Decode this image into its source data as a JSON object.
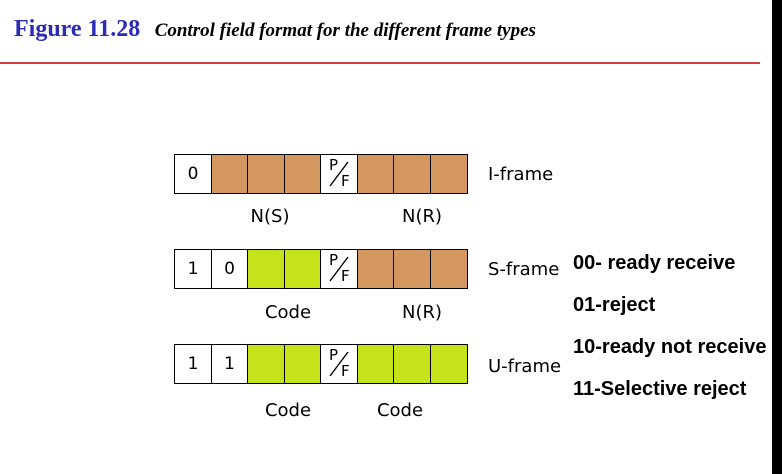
{
  "figure": {
    "number": "Figure 11.28",
    "caption": "Control field format for the different frame types"
  },
  "frames": [
    {
      "name": "I-frame",
      "cells": [
        {
          "kind": "white",
          "text": "0"
        },
        {
          "kind": "tan",
          "text": ""
        },
        {
          "kind": "tan",
          "text": ""
        },
        {
          "kind": "tan",
          "text": ""
        },
        {
          "kind": "pf",
          "p": "P",
          "f": "F"
        },
        {
          "kind": "tan",
          "text": ""
        },
        {
          "kind": "tan",
          "text": ""
        },
        {
          "kind": "tan",
          "text": ""
        }
      ],
      "field_labels": [
        "N(S)",
        "N(R)"
      ]
    },
    {
      "name": "S-frame",
      "cells": [
        {
          "kind": "white",
          "text": "1"
        },
        {
          "kind": "white",
          "text": "0"
        },
        {
          "kind": "green",
          "text": ""
        },
        {
          "kind": "green",
          "text": ""
        },
        {
          "kind": "pf",
          "p": "P",
          "f": "F"
        },
        {
          "kind": "tan",
          "text": ""
        },
        {
          "kind": "tan",
          "text": ""
        },
        {
          "kind": "tan",
          "text": ""
        }
      ],
      "field_labels": [
        "Code",
        "N(R)"
      ]
    },
    {
      "name": "U-frame",
      "cells": [
        {
          "kind": "white",
          "text": "1"
        },
        {
          "kind": "white",
          "text": "1"
        },
        {
          "kind": "green",
          "text": ""
        },
        {
          "kind": "green",
          "text": ""
        },
        {
          "kind": "pf",
          "p": "P",
          "f": "F"
        },
        {
          "kind": "green",
          "text": ""
        },
        {
          "kind": "green",
          "text": ""
        },
        {
          "kind": "green",
          "text": ""
        }
      ],
      "field_labels": [
        "Code",
        "Code"
      ]
    }
  ],
  "s_frame_codes": [
    "00- ready receive",
    "01-reject",
    "10-ready not receive",
    "11-Selective reject"
  ],
  "colors": {
    "title_blue": "#2b2bb8",
    "rule_red": "#d93a3a",
    "tan": "#d4975f",
    "green": "#c5e21a"
  }
}
